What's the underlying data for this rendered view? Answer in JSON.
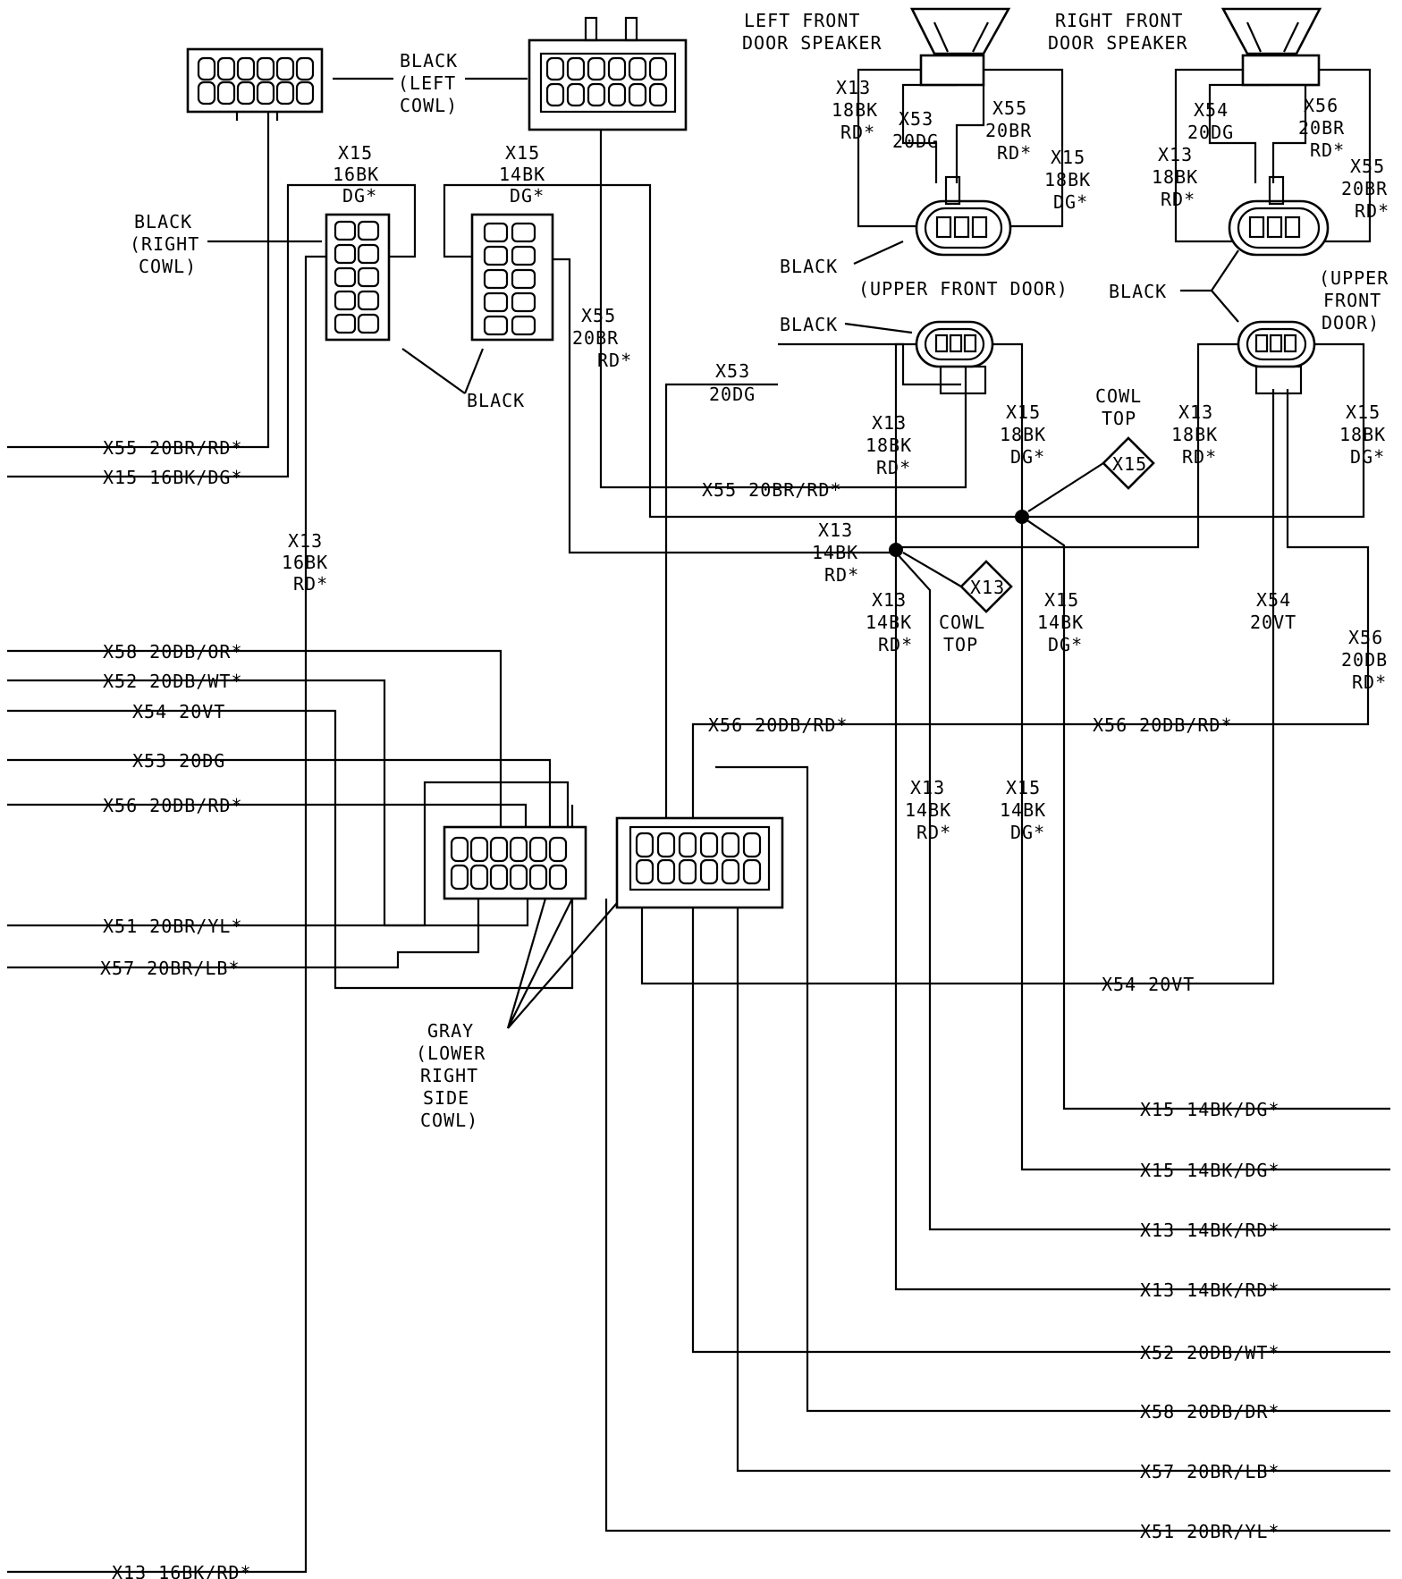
{
  "speakers": {
    "left_title": [
      "LEFT FRONT",
      "DOOR SPEAKER"
    ],
    "right_title": [
      "RIGHT FRONT",
      "DOOR SPEAKER"
    ],
    "left_wires": {
      "x13": [
        "X13",
        "18BK",
        "RD*"
      ],
      "x53": [
        "X53",
        "20DG"
      ],
      "x55": [
        "X55",
        "20BR",
        "RD*"
      ],
      "x15": [
        "X15",
        "18BK",
        "DG*"
      ]
    },
    "right_wires": {
      "x54": [
        "X54",
        "20DG"
      ],
      "x56": [
        "X56",
        "20BR",
        "RD*"
      ],
      "x13": [
        "X13",
        "18BK",
        "RD*"
      ],
      "x55": [
        "X55",
        "20BR",
        "RD*"
      ]
    }
  },
  "connectors": {
    "black_left_cowl": [
      "BLACK",
      "(LEFT",
      "COWL)"
    ],
    "black_right_cowl": [
      "BLACK",
      "(RIGHT",
      "COWL)"
    ],
    "black_mid": "BLACK",
    "black_door_left": "BLACK",
    "upper_front_door_left": "(UPPER FRONT DOOR)",
    "black_left_lower": "BLACK",
    "black_right": "BLACK",
    "upper_front_door_right": [
      "(UPPER",
      "FRONT",
      "DOOR)"
    ],
    "gray_lower_right_cowl": [
      "GRAY",
      "(LOWER",
      "RIGHT",
      "SIDE",
      "COWL)"
    ],
    "cowl_top_x15": [
      "COWL",
      "TOP"
    ],
    "cowl_top_x13": [
      "COWL",
      "TOP"
    ],
    "splice_x15": "X15",
    "splice_x13": "X13"
  },
  "wire_labels": {
    "x15_16bk_dg_top": [
      "X15",
      "16BK",
      "DG*"
    ],
    "x15_14bk_dg_top": [
      "X15",
      "14BK",
      "DG*"
    ],
    "x55_20br_rd_mid": [
      "X55",
      "20BR",
      "RD*"
    ],
    "x53_20dg_mid": [
      "X53",
      "20DG"
    ],
    "x13_18bk_rd_left": [
      "X13",
      "18BK",
      "RD*"
    ],
    "x15_18bk_dg_left": [
      "X15",
      "18BK",
      "DG*"
    ],
    "x13_18bk_rd_right": [
      "X13",
      "18BK",
      "RD*"
    ],
    "x15_18bk_dg_right": [
      "X15",
      "18BK",
      "DG*"
    ],
    "x55_horiz": "X55 20BR/RD*",
    "x13_14bk_rd_node": [
      "X13",
      "14BK",
      "RD*"
    ],
    "x13_16bk_rd_vert": [
      "X13",
      "16BK",
      "RD*"
    ],
    "x13_14bk_rd_below": [
      "X13",
      "14BK",
      "RD*"
    ],
    "x15_14bk_dg_below": [
      "X15",
      "14BK",
      "DG*"
    ],
    "x54_20vt_vert": [
      "X54",
      "20VT"
    ],
    "x56_20db_rd_vert": [
      "X56",
      "20DB",
      "RD*"
    ],
    "x56_20db_rd_horiz_a": "X56 20DB/RD*",
    "x56_20db_rd_horiz_b": "X56 20DB/RD*",
    "x13_14bk_rd_low": [
      "X13",
      "14BK",
      "RD*"
    ],
    "x15_14bk_dg_low": [
      "X15",
      "14BK",
      "DG*"
    ],
    "x54_20vt_horiz": "X54 20VT"
  },
  "left_edge_labels": {
    "x55": "X55 20BR/RD*",
    "x15": "X15 16BK/DG*",
    "x58": "X58 20DB/OR*",
    "x52": "X52 20DB/WT*",
    "x54": "X54 20VT",
    "x53": "X53 20DG",
    "x56": "X56 20DB/RD*",
    "x51": "X51 20BR/YL*",
    "x57": "X57 20BR/LB*",
    "x13": "X13 16BK/RD*"
  },
  "right_edge_labels": {
    "x15_a": "X15 14BK/DG*",
    "x15_b": "X15 14BK/DG*",
    "x13_a": "X13 14BK/RD*",
    "x13_b": "X13 14BK/RD*",
    "x52": "X52 20DB/WT*",
    "x58": "X58 20DB/DR*",
    "x57": "X57 20BR/LB*",
    "x51": "X51 20BR/YL*"
  }
}
